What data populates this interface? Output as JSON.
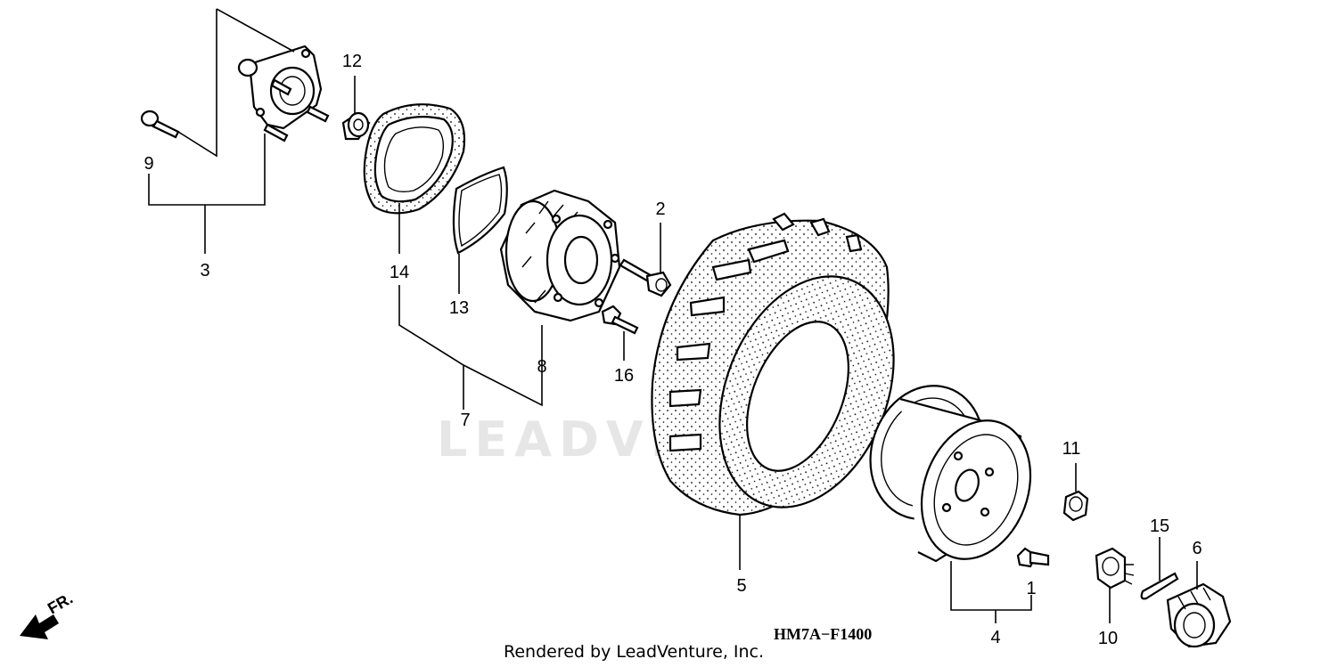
{
  "diagram": {
    "code": "HM7A−F1400",
    "credit": "Rendered by LeadVenture, Inc.",
    "watermark": "LEADVENTURE",
    "direction_label": "FR.",
    "callouts": [
      {
        "id": "c1",
        "label": "1"
      },
      {
        "id": "c2",
        "label": "2"
      },
      {
        "id": "c3",
        "label": "3"
      },
      {
        "id": "c4",
        "label": "4"
      },
      {
        "id": "c5",
        "label": "5"
      },
      {
        "id": "c6",
        "label": "6"
      },
      {
        "id": "c7",
        "label": "7"
      },
      {
        "id": "c8",
        "label": "8"
      },
      {
        "id": "c9",
        "label": "9"
      },
      {
        "id": "c10",
        "label": "10"
      },
      {
        "id": "c11",
        "label": "11"
      },
      {
        "id": "c12",
        "label": "12"
      },
      {
        "id": "c13",
        "label": "13"
      },
      {
        "id": "c14",
        "label": "14"
      },
      {
        "id": "c15",
        "label": "15"
      },
      {
        "id": "c16",
        "label": "16"
      }
    ],
    "colors": {
      "ink": "#000000",
      "paper": "#ffffff",
      "watermark": "#e6e6e6"
    }
  }
}
